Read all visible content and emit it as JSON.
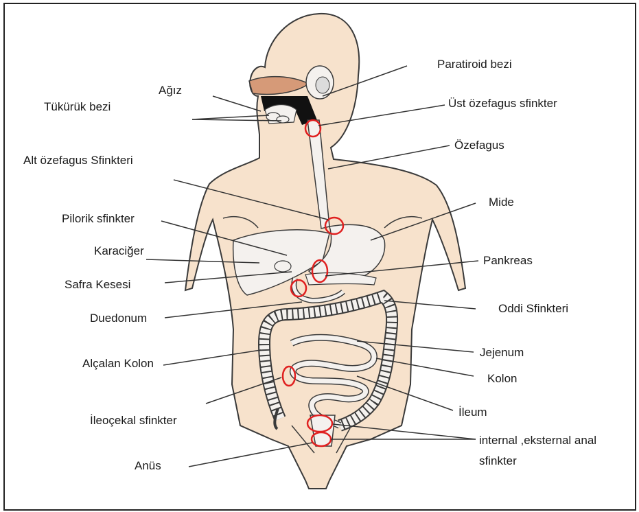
{
  "labels": {
    "paratiroid": "Paratiroid bezi",
    "agiz": "Ağız",
    "tukuruk": "Tükürük bezi",
    "ust_sfinkter": "Üst özefagus sfinkter",
    "ozefagus": "Özefagus",
    "alt_sfinkter": "Alt özefagus Sfinkteri",
    "mide": "Mide",
    "pilorik": "Pilorik sfinkter",
    "karaciger": "Karaciğer",
    "pankreas": "Pankreas",
    "safra": "Safra Kesesi",
    "oddi": "Oddi Sfinkteri",
    "duedonum": "Duedonum",
    "jejenum": "Jejenum",
    "alcalan": "Alçalan Kolon",
    "kolon": "Kolon",
    "ileum": "İleum",
    "ileocekal": "İleoçekal sfinkter",
    "anal_line1": "internal ,eksternal anal",
    "anal_line2": "sfinkter",
    "anus": "Anüs"
  },
  "colors": {
    "skin": "#f7e2cc",
    "skin_outline": "#3a3a3a",
    "organ": "#f4f1ee",
    "palate": "#d69a78",
    "mouth": "#111111",
    "sphincter_ring": "#e02020",
    "leader": "#333333"
  }
}
